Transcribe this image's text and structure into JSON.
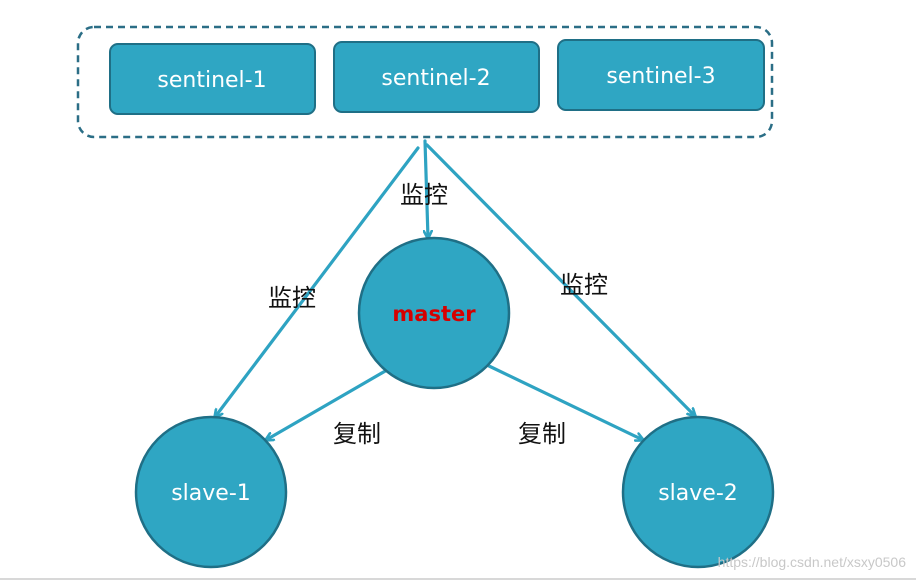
{
  "colors": {
    "node_fill": "#2fa6c3",
    "node_stroke": "#1f6f86",
    "arrow": "#2ea3c2",
    "group_border": "#2b6e86",
    "node_text": "#ffffff",
    "master_text": "#d60000",
    "edge_text": "#111111",
    "watermark": "#c8c8c8"
  },
  "sentinels": [
    {
      "id": "s1",
      "label": "sentinel-1"
    },
    {
      "id": "s2",
      "label": "sentinel-2"
    },
    {
      "id": "s3",
      "label": "sentinel-3"
    }
  ],
  "master": {
    "label": "master"
  },
  "slaves": [
    {
      "id": "slave1",
      "label": "slave-1"
    },
    {
      "id": "slave2",
      "label": "slave-2"
    }
  ],
  "edges": {
    "monitor_label": "监控",
    "replicate_label": "复制"
  },
  "watermark": "https://blog.csdn.net/xsxy0506"
}
